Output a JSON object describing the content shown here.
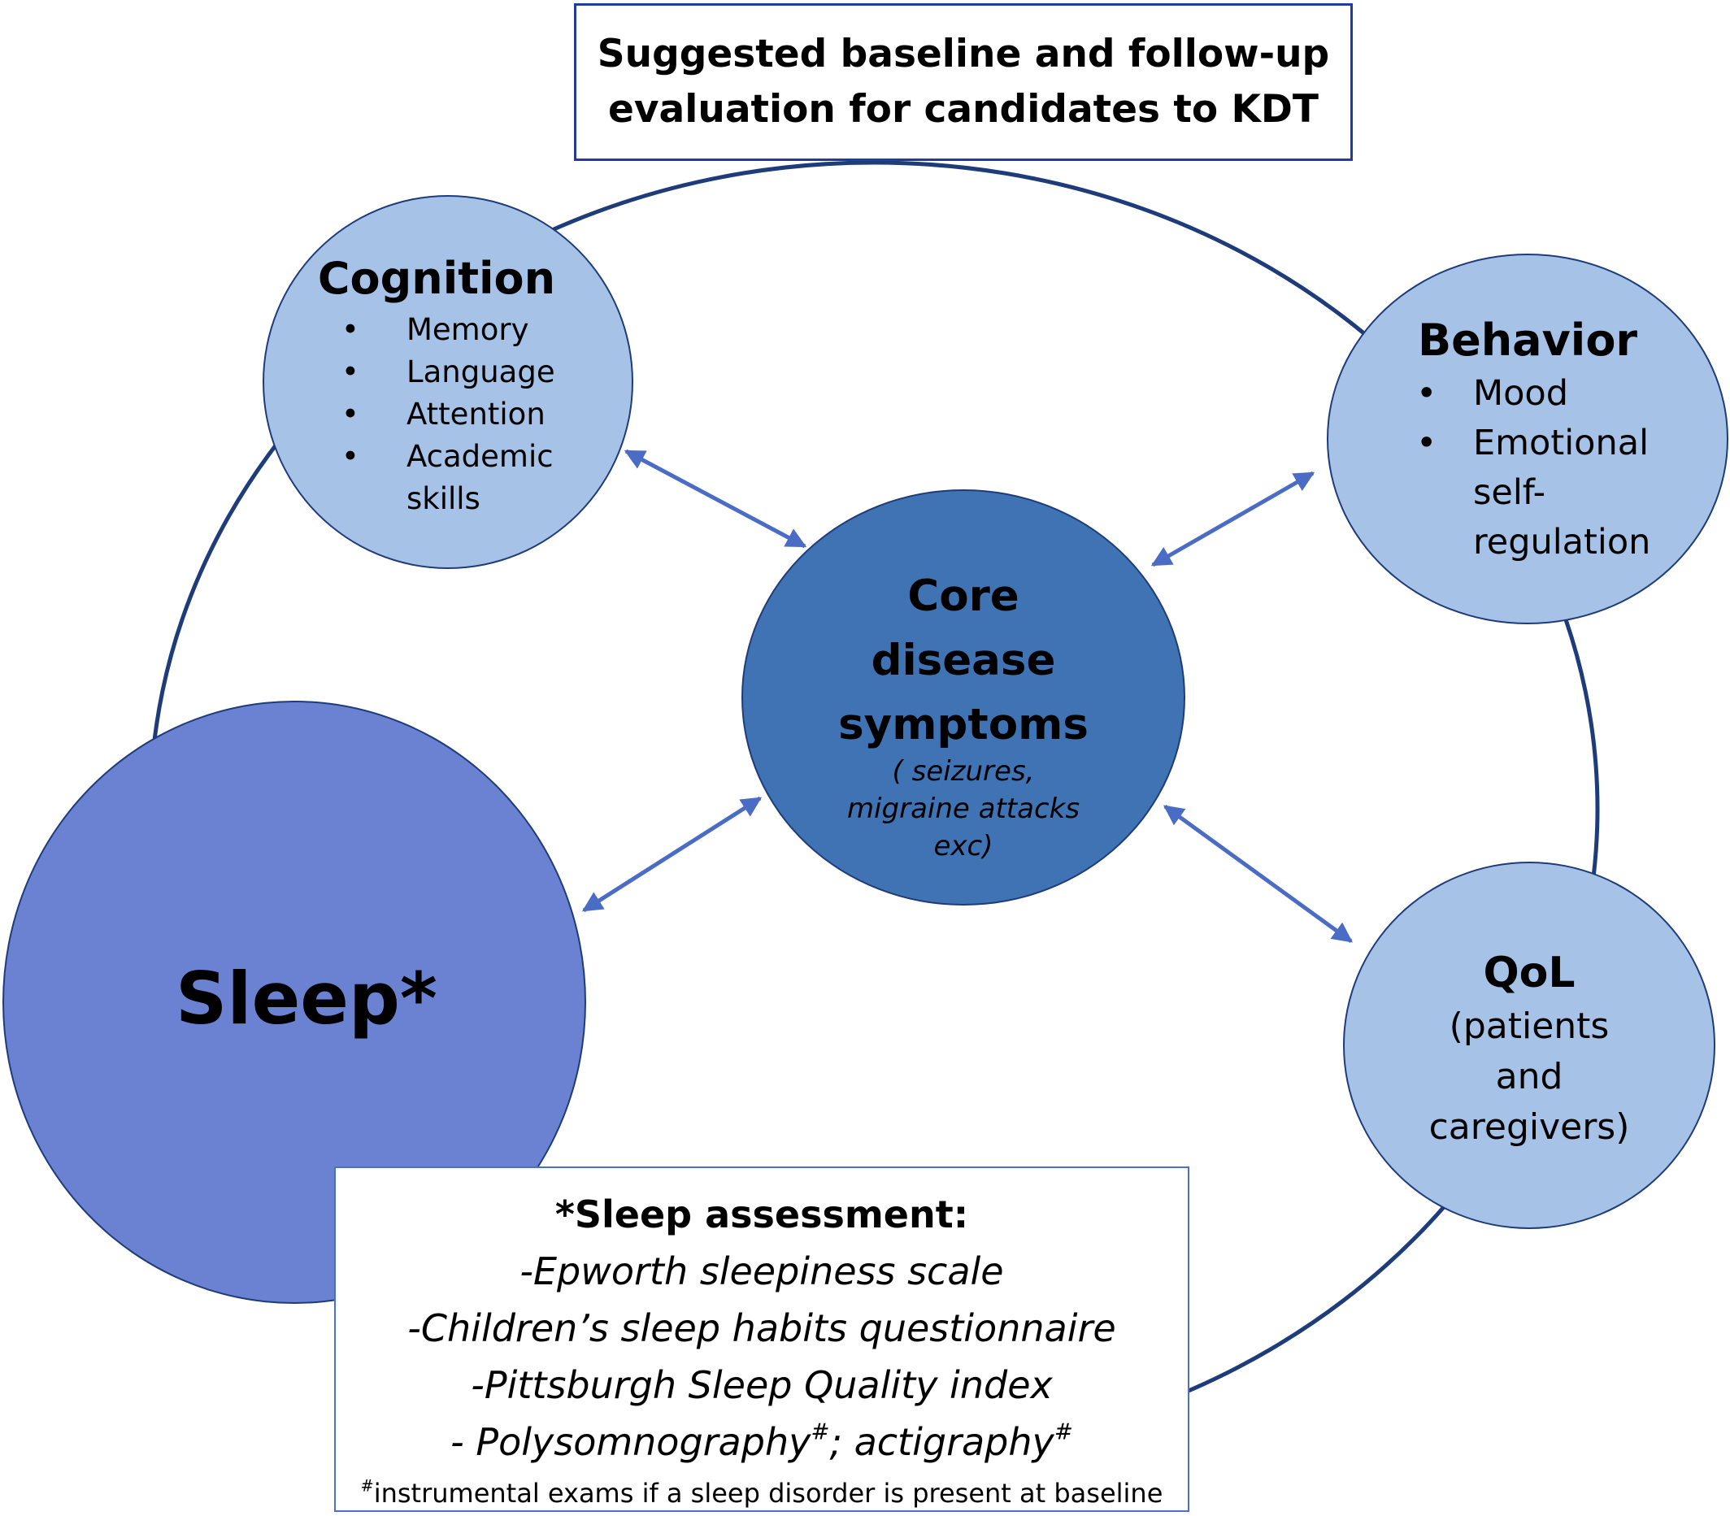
{
  "title": {
    "line1": "Suggested baseline and follow-up",
    "line2": "evaluation for candidates to KDT"
  },
  "nodes": {
    "cognition": {
      "title": "Cognition",
      "items": [
        "Memory",
        "Language",
        "Attention",
        "Academic",
        "skills"
      ]
    },
    "behavior": {
      "title": "Behavior",
      "items": [
        "Mood",
        "Emotional",
        "self-",
        "regulation"
      ]
    },
    "core": {
      "title_line1": "Core",
      "title_line2": "disease",
      "title_line3": "symptoms",
      "sub_line1": "( seizures,",
      "sub_line2": "migraine attacks",
      "sub_line3": "exc)"
    },
    "sleep": {
      "title": "Sleep*"
    },
    "qol": {
      "title": "QoL",
      "line1": "(patients",
      "line2": "and",
      "line3": "caregivers)"
    }
  },
  "sleep_assessment": {
    "heading": "*Sleep assessment:",
    "line1": "-Epworth sleepiness scale",
    "line2": "-Children’s sleep habits questionnaire",
    "line3": "-Pittsburgh Sleep Quality index",
    "line4_a": "- Polysomnography",
    "line4_b": "; actigraphy",
    "mark": "#",
    "footnote": "instrumental exams if a sleep disorder is present at baseline"
  },
  "colors": {
    "ring": "#1f3c7a",
    "arrow": "#4a6cc4",
    "light_node": "#a6c2e6",
    "core_node": "#3f73b3",
    "sleep_node": "#6a82d1",
    "box_border": "#1f3c9e"
  }
}
